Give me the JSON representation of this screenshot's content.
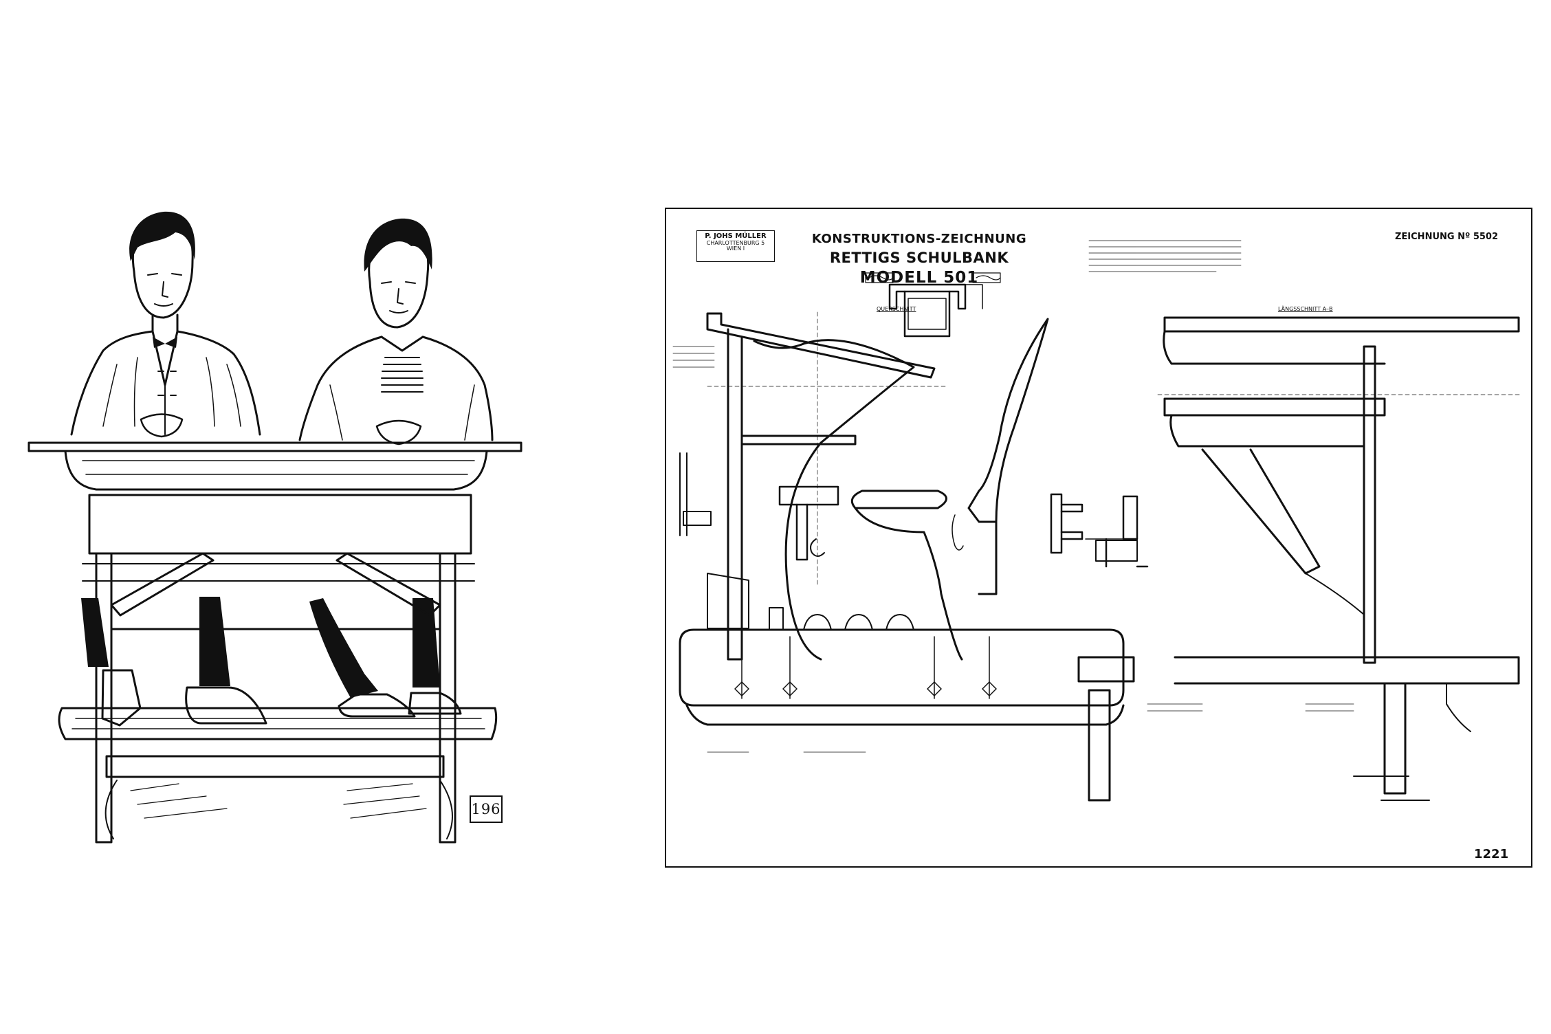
{
  "left_illustration": {
    "plate_number": "196"
  },
  "drawing": {
    "maker": {
      "line1": "P. JOHS MÜLLER",
      "line2": "CHARLOTTENBURG 5",
      "line3": "WIEN I"
    },
    "heading": "KONSTRUKTIONS-ZEICHNUNG",
    "title1": "RETTIGS SCHULBANK",
    "title2": "MODELL 501",
    "drawing_number": "ZEICHNUNG Nº 5502",
    "section_labels": {
      "cross_section": "QUERSCHNITT",
      "long_section": "LÄNGSSCHNITT A–B"
    },
    "sheet_number": "1221"
  },
  "colors": {
    "ink": "#111111",
    "paper": "#ffffff"
  }
}
